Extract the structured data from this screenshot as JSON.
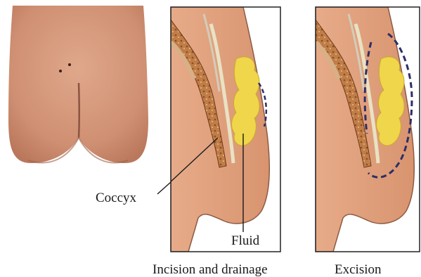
{
  "labels": {
    "coccyx": "Coccyx",
    "fluid": "Fluid"
  },
  "captions": {
    "incision_and_drainage": "Incision and drainage",
    "excision": "Excision"
  },
  "colors": {
    "skin": "#d99d7f",
    "skin_shadow": "#b9775c",
    "body_fill": "#e8ad8c",
    "bone": "#b06a3a",
    "bone_light": "#d59a63",
    "cyst": "#f0d64b",
    "nerve": "#e9e2c4",
    "incision_line": "#2e2e66",
    "frame": "#222222"
  }
}
